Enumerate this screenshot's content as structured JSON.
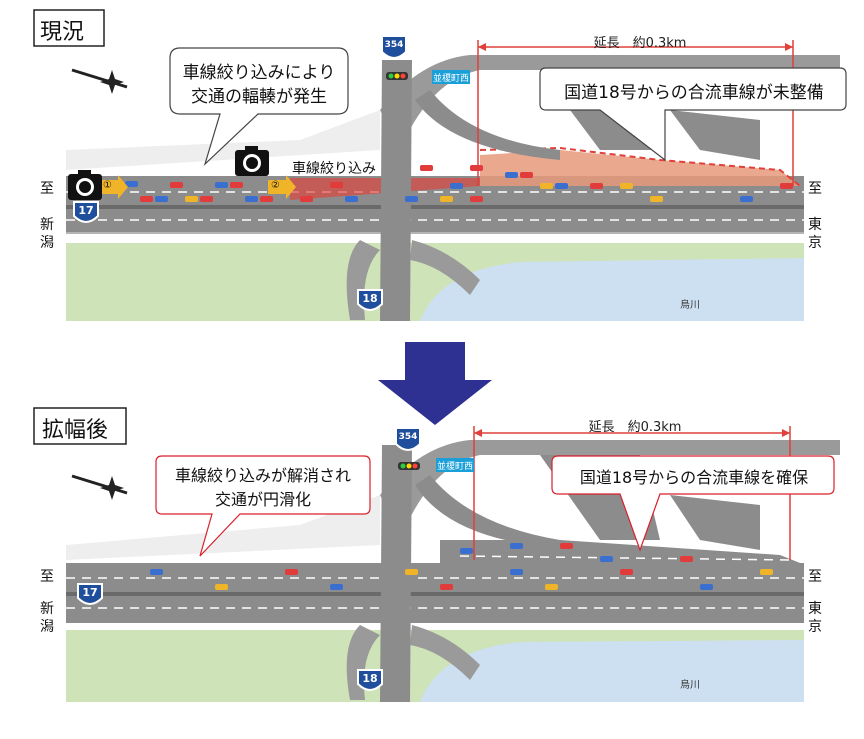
{
  "top_panel": {
    "title": "現況",
    "callout_left_line1": "車線絞り込みにより",
    "callout_left_line2": "交通の輻輳が発生",
    "callout_right": "国道18号からの合流車線が未整備",
    "length_label": "延長　約0.3km",
    "narrowing_label": "車線絞り込み",
    "intersection_sign": "並榎町西",
    "route_354": "354",
    "route_17": "17",
    "route_18": "18",
    "river": "烏川",
    "marker_1": "①",
    "marker_2": "②",
    "left_to": "至",
    "left_dest_1": "新",
    "left_dest_2": "潟",
    "right_to": "至",
    "right_dest_1": "東",
    "right_dest_2": "京"
  },
  "arrow": {
    "color": "#2e3192"
  },
  "bottom_panel": {
    "title": "拡幅後",
    "callout_left_line1": "車線絞り込みが解消され",
    "callout_left_line2": "交通が円滑化",
    "callout_right": "国道18号からの合流車線を確保",
    "length_label": "延長　約0.3km",
    "intersection_sign": "並榎町西",
    "route_354": "354",
    "route_17": "17",
    "route_18": "18",
    "river": "烏川",
    "left_to": "至",
    "left_dest_1": "新",
    "left_dest_2": "潟",
    "right_to": "至",
    "right_dest_1": "東",
    "right_dest_2": "京"
  },
  "colors": {
    "road": "#8c8c8c",
    "road_dark": "#7a7a7a",
    "grass": "#cfe3b8",
    "river": "#cde0f2",
    "congestion": "#e0403a",
    "highlight_area": "#e69a7a",
    "callout_red": "#d9202a",
    "route_blue": "#1f4e9c"
  }
}
